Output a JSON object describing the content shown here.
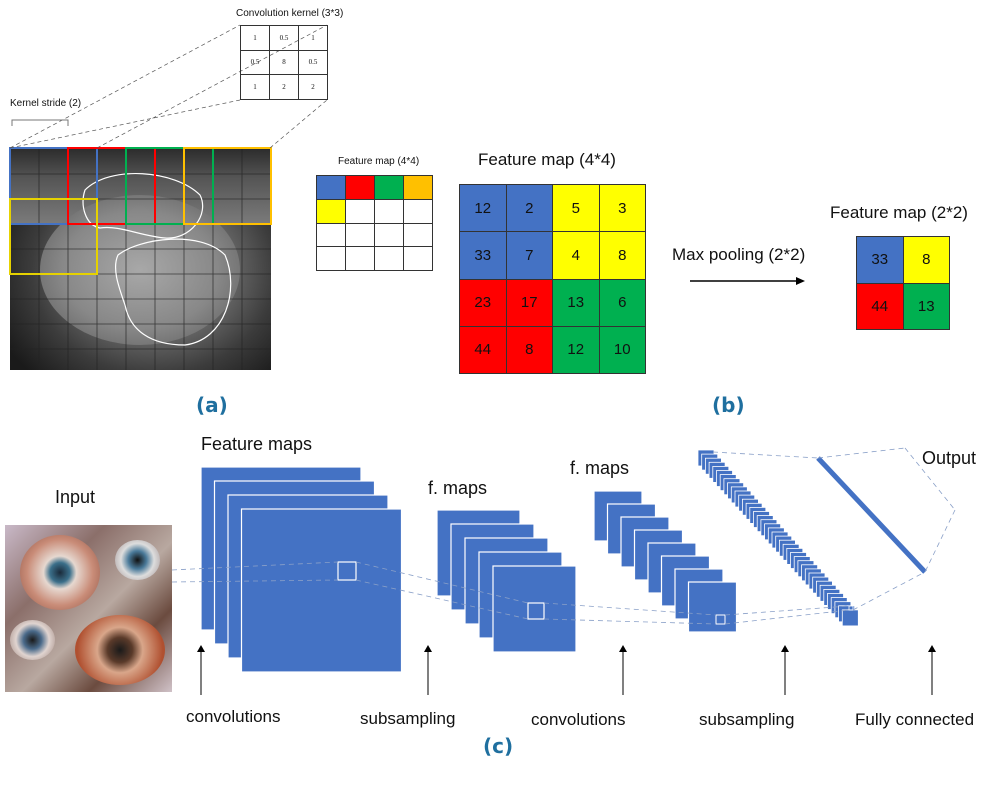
{
  "panel_a": {
    "kernel_title": "Convolution kernel (3*3)",
    "kernel_values": [
      [
        "1",
        "0.5",
        "1"
      ],
      [
        "0.5",
        "8",
        "0.5"
      ],
      [
        "1",
        "2",
        "2"
      ]
    ],
    "stride_label": "Kernel stride (2)",
    "small_fmap_title": "Feature map (4*4)",
    "small_fmap_colors": [
      [
        "#4472c4",
        "#ff0000",
        "#00b050",
        "#ffc000"
      ],
      [
        "#ffff00",
        "",
        "",
        ""
      ],
      [
        "",
        "",
        "",
        ""
      ],
      [
        "",
        "",
        "",
        ""
      ]
    ],
    "caption": "(a)"
  },
  "panel_b": {
    "fmap4_title": "Feature map (4*4)",
    "fmap4_values": [
      [
        "12",
        "2",
        "5",
        "3"
      ],
      [
        "33",
        "7",
        "4",
        "8"
      ],
      [
        "23",
        "17",
        "13",
        "6"
      ],
      [
        "44",
        "8",
        "12",
        "10"
      ]
    ],
    "fmap4_colors": [
      [
        "#4472c4",
        "#4472c4",
        "#ffff00",
        "#ffff00"
      ],
      [
        "#4472c4",
        "#4472c4",
        "#ffff00",
        "#ffff00"
      ],
      [
        "#ff0000",
        "#ff0000",
        "#00b050",
        "#00b050"
      ],
      [
        "#ff0000",
        "#ff0000",
        "#00b050",
        "#00b050"
      ]
    ],
    "pool_label": "Max pooling (2*2)",
    "fmap2_title": "Feature map (2*2)",
    "fmap2_values": [
      [
        "33",
        "8"
      ],
      [
        "44",
        "13"
      ]
    ],
    "fmap2_colors": [
      [
        "#4472c4",
        "#ffff00"
      ],
      [
        "#ff0000",
        "#00b050"
      ]
    ],
    "caption": "(b)"
  },
  "panel_c": {
    "input_label": "Input",
    "feature_maps_label": "Feature maps",
    "fmaps1_label": "f. maps",
    "fmaps2_label": "f. maps",
    "output_label": "Output",
    "stages": [
      "convolutions",
      "subsampling",
      "convolutions",
      "subsampling",
      "Fully connected"
    ],
    "block_color": "#4472c4",
    "caption": "(c)"
  }
}
